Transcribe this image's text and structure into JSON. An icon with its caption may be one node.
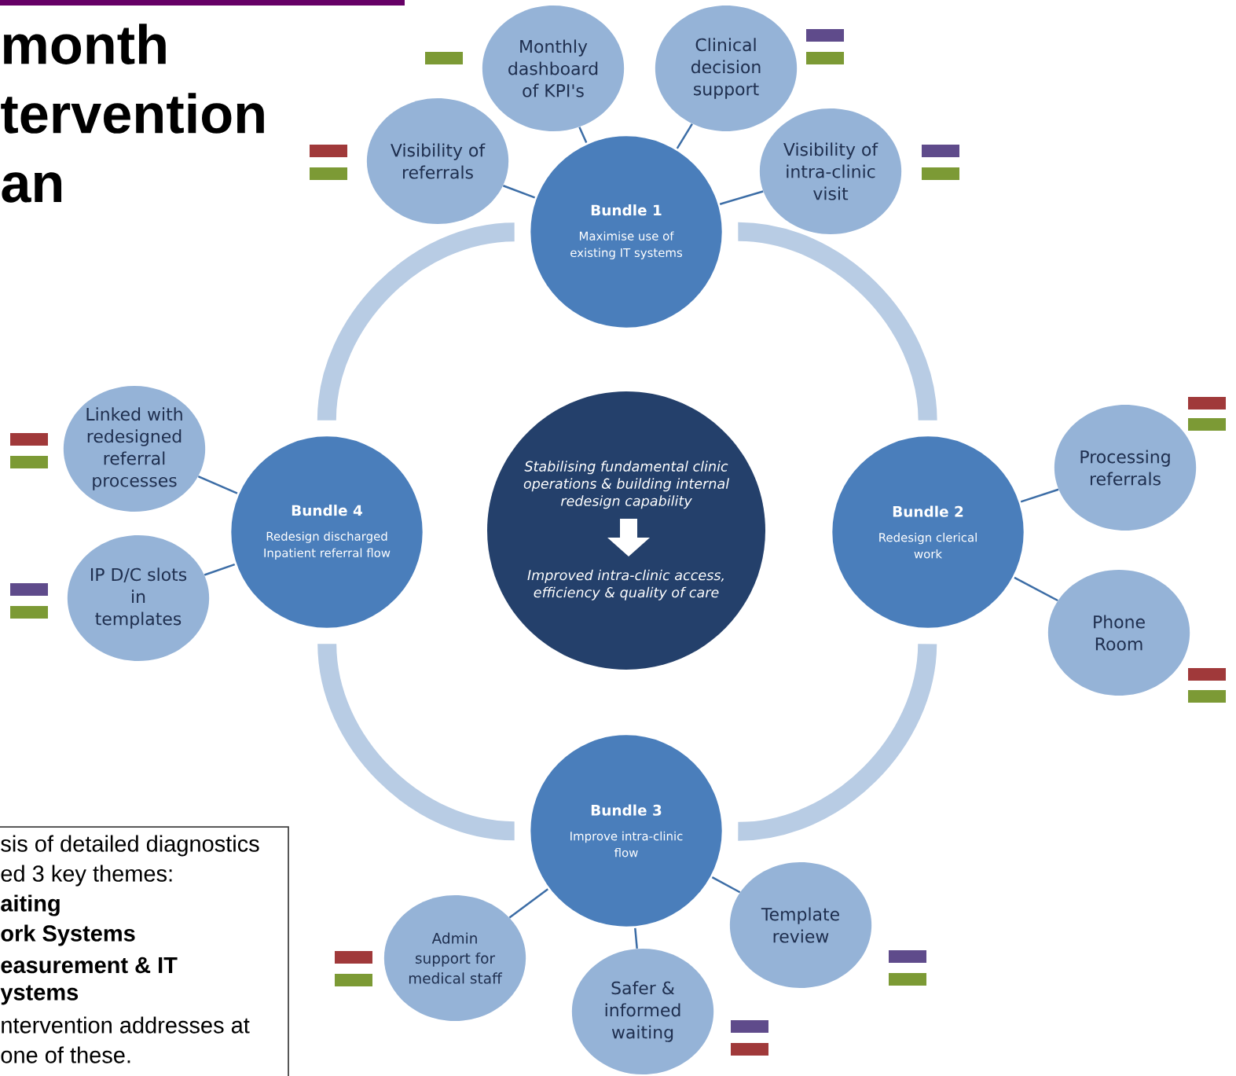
{
  "diagram": {
    "title": "month tervention an",
    "nodes": [
      {
        "text": [
          "Stabilising fundamental clinic operations & building internal redesign capability",
          "Improved intra-clinic access, efficiency & quality of care"
        ]
      },
      {
        "text": [
          "Bundle 1",
          "Maximise use of existing IT systems"
        ]
      },
      {
        "text": [
          "Bundle 2",
          "Redesign clerical work"
        ]
      },
      {
        "text": [
          "Bundle 3",
          "Improve intra-clinic flow"
        ]
      },
      {
        "text": [
          "Bundle 4",
          "Redesign discharged Inpatient referral flow"
        ]
      },
      {
        "text": [
          "Monthly dashboard of KPI's"
        ]
      },
      {
        "text": [
          "Clinical decision support"
        ]
      },
      {
        "text": [
          "Visibility of referrals"
        ]
      },
      {
        "text": [
          "Visibility of intra-clinic visit"
        ]
      },
      {
        "text": [
          "Processing referrals"
        ]
      },
      {
        "text": [
          "Phone Room"
        ]
      },
      {
        "text": [
          "Template review"
        ]
      },
      {
        "text": [
          "Safer & informed waiting"
        ]
      },
      {
        "text": [
          "Admin support for medical staff"
        ]
      },
      {
        "text": [
          "Linked with redesigned referral processes"
        ]
      },
      {
        "text": [
          "IP D/C slots in templates"
        ]
      }
    ],
    "edges": [
      {
        "from": 1,
        "to": 5,
        "arrow": "none"
      },
      {
        "from": 1,
        "to": 6,
        "arrow": "none"
      },
      {
        "from": 1,
        "to": 7,
        "arrow": "none"
      },
      {
        "from": 1,
        "to": 8,
        "arrow": "none"
      },
      {
        "from": 2,
        "to": 9,
        "arrow": "none"
      },
      {
        "from": 2,
        "to": 10,
        "arrow": "none"
      },
      {
        "from": 3,
        "to": 11,
        "arrow": "none"
      },
      {
        "from": 3,
        "to": 12,
        "arrow": "none"
      },
      {
        "from": 3,
        "to": 13,
        "arrow": "none"
      },
      {
        "from": 4,
        "to": 14,
        "arrow": "none"
      },
      {
        "from": 4,
        "to": 15,
        "arrow": "none"
      },
      {
        "from": 1,
        "to": 2,
        "arrow": "none",
        "style": "thick",
        "color": "#b8cce4"
      },
      {
        "from": 2,
        "to": 3,
        "arrow": "none",
        "style": "thick",
        "color": "#b8cce4"
      },
      {
        "from": 3,
        "to": 4,
        "arrow": "none",
        "style": "thick",
        "color": "#b8cce4"
      },
      {
        "from": 4,
        "to": 1,
        "arrow": "none",
        "style": "thick",
        "color": "#b8cce4"
      }
    ],
    "labels": [
      "sis of detailed diagnostics",
      "ed 3 key themes:",
      "aiting",
      "ork Systems",
      "easurement & IT",
      "ystems",
      "ntervention addresses at",
      "one of these."
    ]
  }
}
